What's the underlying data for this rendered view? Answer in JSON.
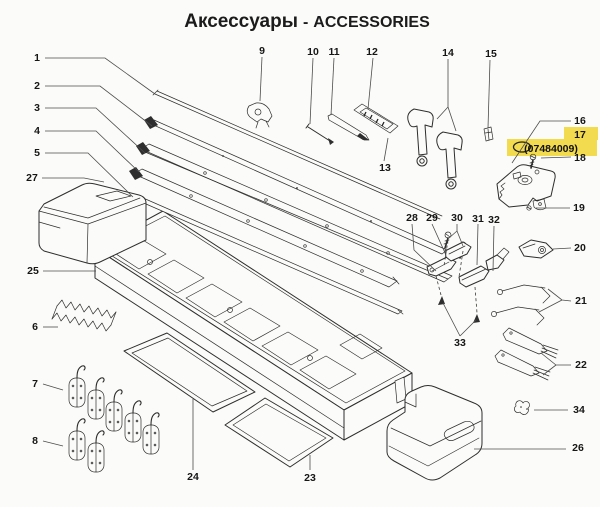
{
  "title": {
    "ru": "Аксессуары",
    "separator": "-",
    "en": "ACCESSORIES"
  },
  "highlight": {
    "part_number": "(07484009)",
    "color": "#f2db4f"
  },
  "callouts": {
    "n1": "1",
    "n2": "2",
    "n3": "3",
    "n4": "4",
    "n5": "5",
    "n6": "6",
    "n7": "7",
    "n8": "8",
    "n9": "9",
    "n10": "10",
    "n11": "11",
    "n12": "12",
    "n13": "13",
    "n14": "14",
    "n15": "15",
    "n16": "16",
    "n17": "17",
    "n18": "18",
    "n19": "19",
    "n20": "20",
    "n21": "21",
    "n22": "22",
    "n23": "23",
    "n24": "24",
    "n25": "25",
    "n26": "26",
    "n27": "27",
    "n28": "28",
    "n29": "29",
    "n30": "30",
    "n31": "31",
    "n32": "32",
    "n33": "33",
    "n34": "34"
  }
}
